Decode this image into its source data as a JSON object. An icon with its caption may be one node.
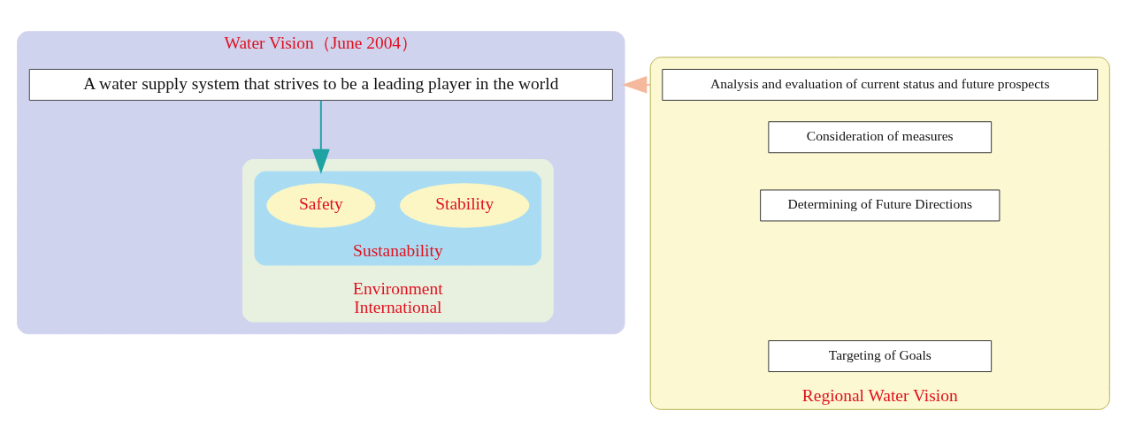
{
  "diagram": {
    "nodes": [
      {
        "text": [
          "Water Vision（June 2004）"
        ]
      },
      {
        "text": [
          "A water supply system that strives to be a leading player in the world"
        ],
        "in": 0
      },
      {
        "text": [
          "Environment",
          "International"
        ],
        "in": 0
      },
      {
        "text": [
          "Sustanability"
        ],
        "in": 2
      },
      {
        "text": [
          "Safety"
        ],
        "in": 3
      },
      {
        "text": [
          "Stability"
        ],
        "in": 3
      },
      {
        "text": [
          "Regional Water Vision"
        ]
      },
      {
        "text": [
          "Analysis and evaluation of current status and future prospects"
        ],
        "in": 6
      },
      {
        "text": [
          "Consideration of measures"
        ],
        "in": 6
      },
      {
        "text": [
          "Determining of Future Directions"
        ],
        "in": 6
      },
      {
        "text": [
          "Targeting of Goals"
        ],
        "in": 6
      }
    ],
    "edges": [
      {
        "from": 1,
        "to": 3,
        "arrow": "to",
        "color": "#1fa3a3"
      },
      {
        "from": 6,
        "to": 0,
        "arrow": "to",
        "color": "#f5b89c"
      }
    ]
  }
}
